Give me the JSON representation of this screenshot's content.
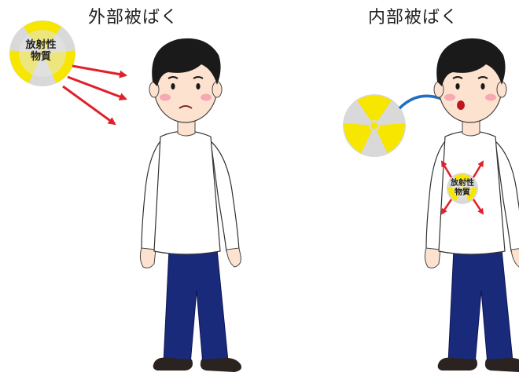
{
  "titles": {
    "external": "外部被ばく",
    "internal": "内部被ばく"
  },
  "badges": {
    "external_source": {
      "line1": "放射性",
      "line2": "物質"
    },
    "internal_source": {
      "line1": "放射性",
      "line2": "物質"
    }
  },
  "colors": {
    "radiation_arrow": "#e0202a",
    "intake_arrow": "#1f6fc4",
    "trefoil": "#f7e600",
    "source_disc": "#d9d9d9",
    "hair": "#1a1a1a",
    "shirt": "#ffffff",
    "pants": "#1a2a7a",
    "skin": "#fde3cf",
    "cheek": "#f7a8b2"
  },
  "icons": {
    "external_source": "radiation-trefoil-icon",
    "inhaled_particle": "radiation-trefoil-icon",
    "internal_arrows": "radiating-arrows-icon"
  }
}
